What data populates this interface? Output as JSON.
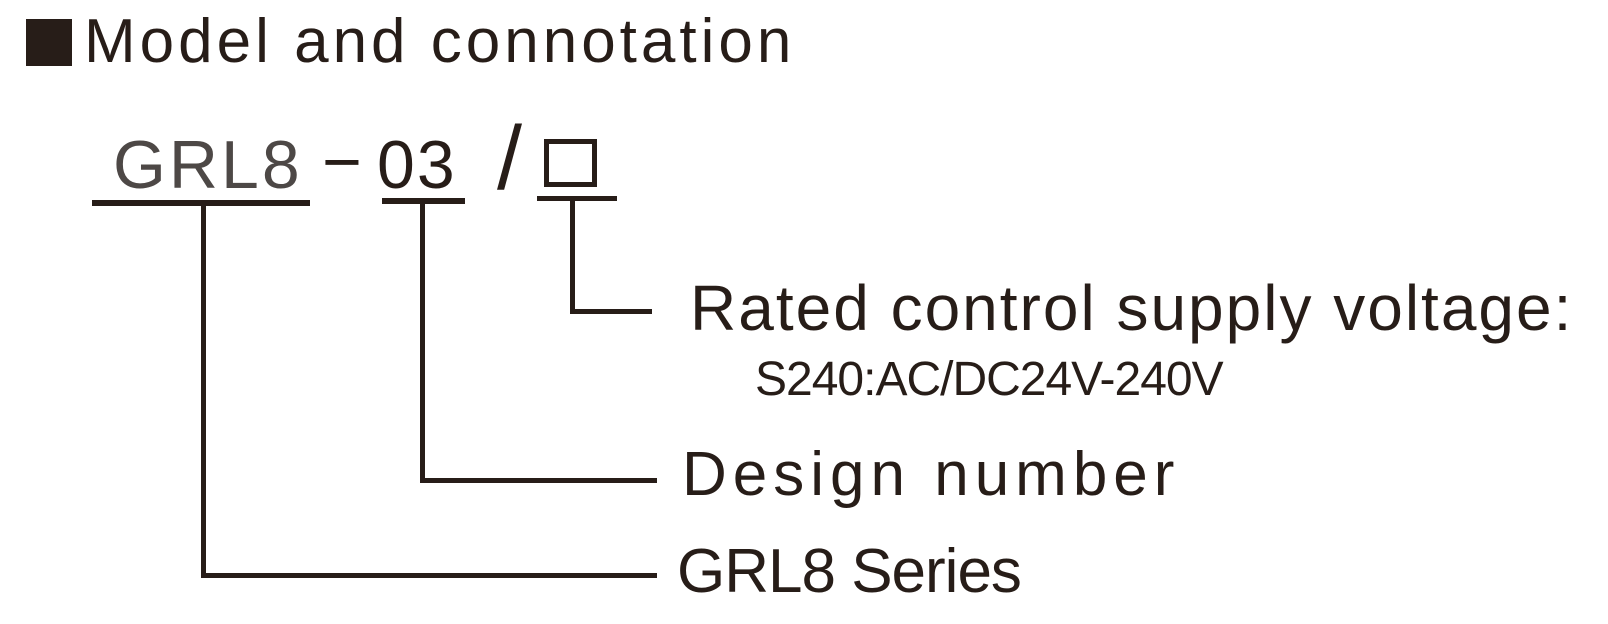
{
  "header": {
    "title": "Model and connotation"
  },
  "model_code": {
    "series": "GRL8",
    "separator": "−",
    "design_number": "03",
    "slash": "/"
  },
  "callouts": {
    "rated_voltage": {
      "label": "Rated control supply voltage:",
      "value": "S240:AC/DC24V-240V"
    },
    "design_number": {
      "label": "Design number"
    },
    "series": {
      "label": "GRL8 Series"
    }
  },
  "icons": {
    "section_bullet": "filled-square-bullet",
    "voltage_placeholder": "empty-square-box"
  },
  "colors": {
    "ink": "#271d18",
    "code_gray": "#4d4846",
    "background": "#ffffff"
  }
}
